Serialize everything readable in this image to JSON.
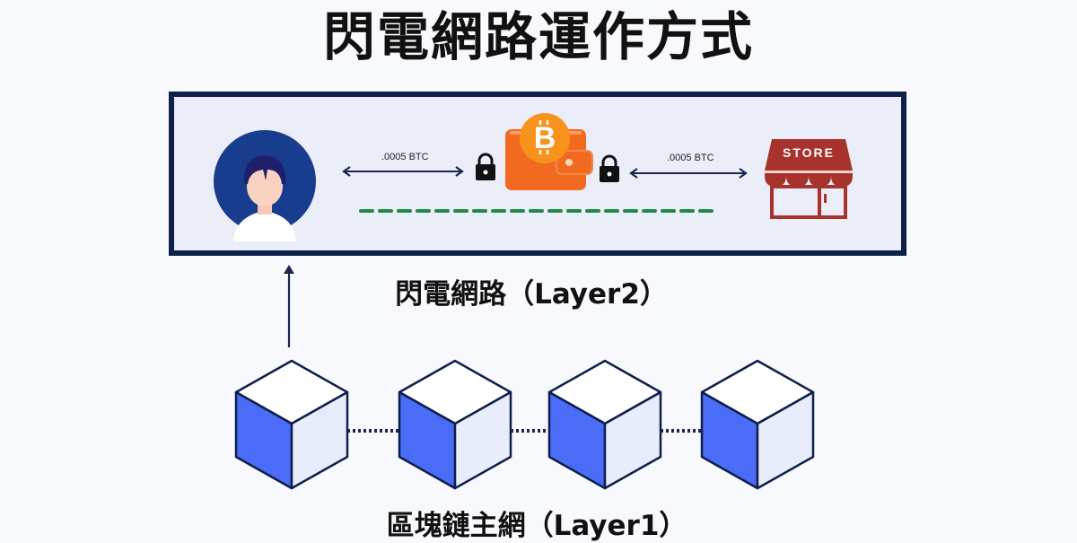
{
  "title": "閃電網路運作方式",
  "layer2": {
    "label": "閃電網路（Layer2）",
    "left_transfer": {
      "amount": ".0005 BTC",
      "direction": "bidirectional"
    },
    "right_transfer": {
      "amount": ".0005 BTC",
      "direction": "bidirectional"
    },
    "nodes": [
      {
        "name": "user",
        "icon": "user-avatar-icon"
      },
      {
        "name": "wallet",
        "icon": "bitcoin-wallet-icon",
        "locks": 2
      },
      {
        "name": "store",
        "icon": "store-icon",
        "sign": "STORE"
      }
    ],
    "channel": "payment-channel-dashed-line"
  },
  "layer1": {
    "label": "區塊鏈主網（Layer1）",
    "blocks": 4
  },
  "colors": {
    "frame": "#0e1f4a",
    "panel": "#ebeef9",
    "avatar_bg": "#183c8e",
    "wallet": "#f26a1f",
    "coin": "#f7931a",
    "store": "#a8322c",
    "channel": "#1f8a4c",
    "cube_side": "#4a6cf7",
    "cube_top": "#ffffff",
    "cube_right": "#e9edfb"
  }
}
